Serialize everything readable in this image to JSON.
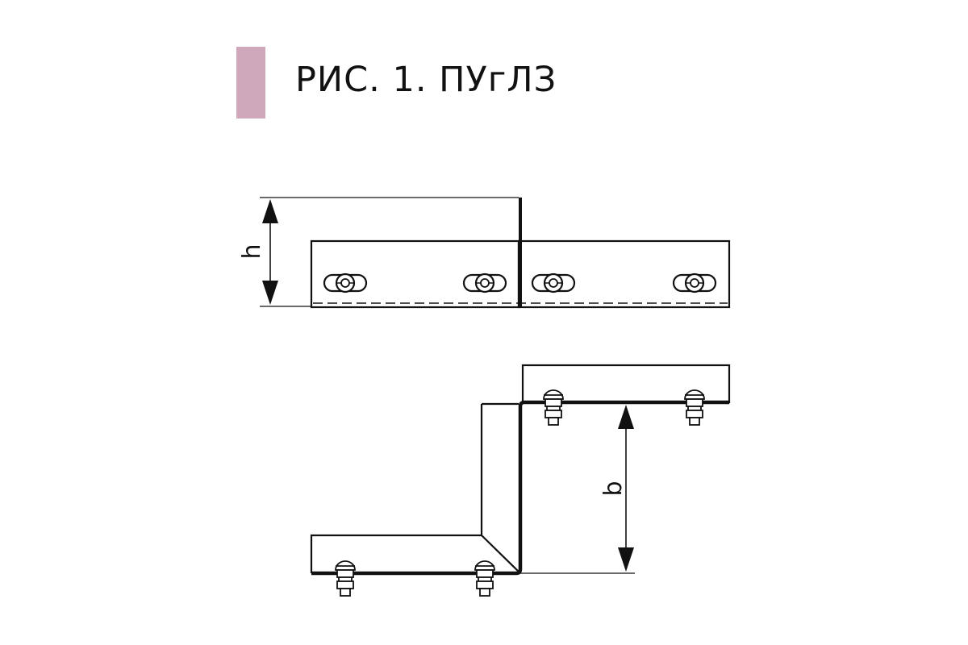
{
  "header": {
    "title": "РИС. 1. ПУгЛЗ",
    "accent_color": "#cfa8bb"
  },
  "dimensions": {
    "height_label": "h",
    "width_label": "b"
  },
  "style": {
    "line_color": "#111111"
  }
}
